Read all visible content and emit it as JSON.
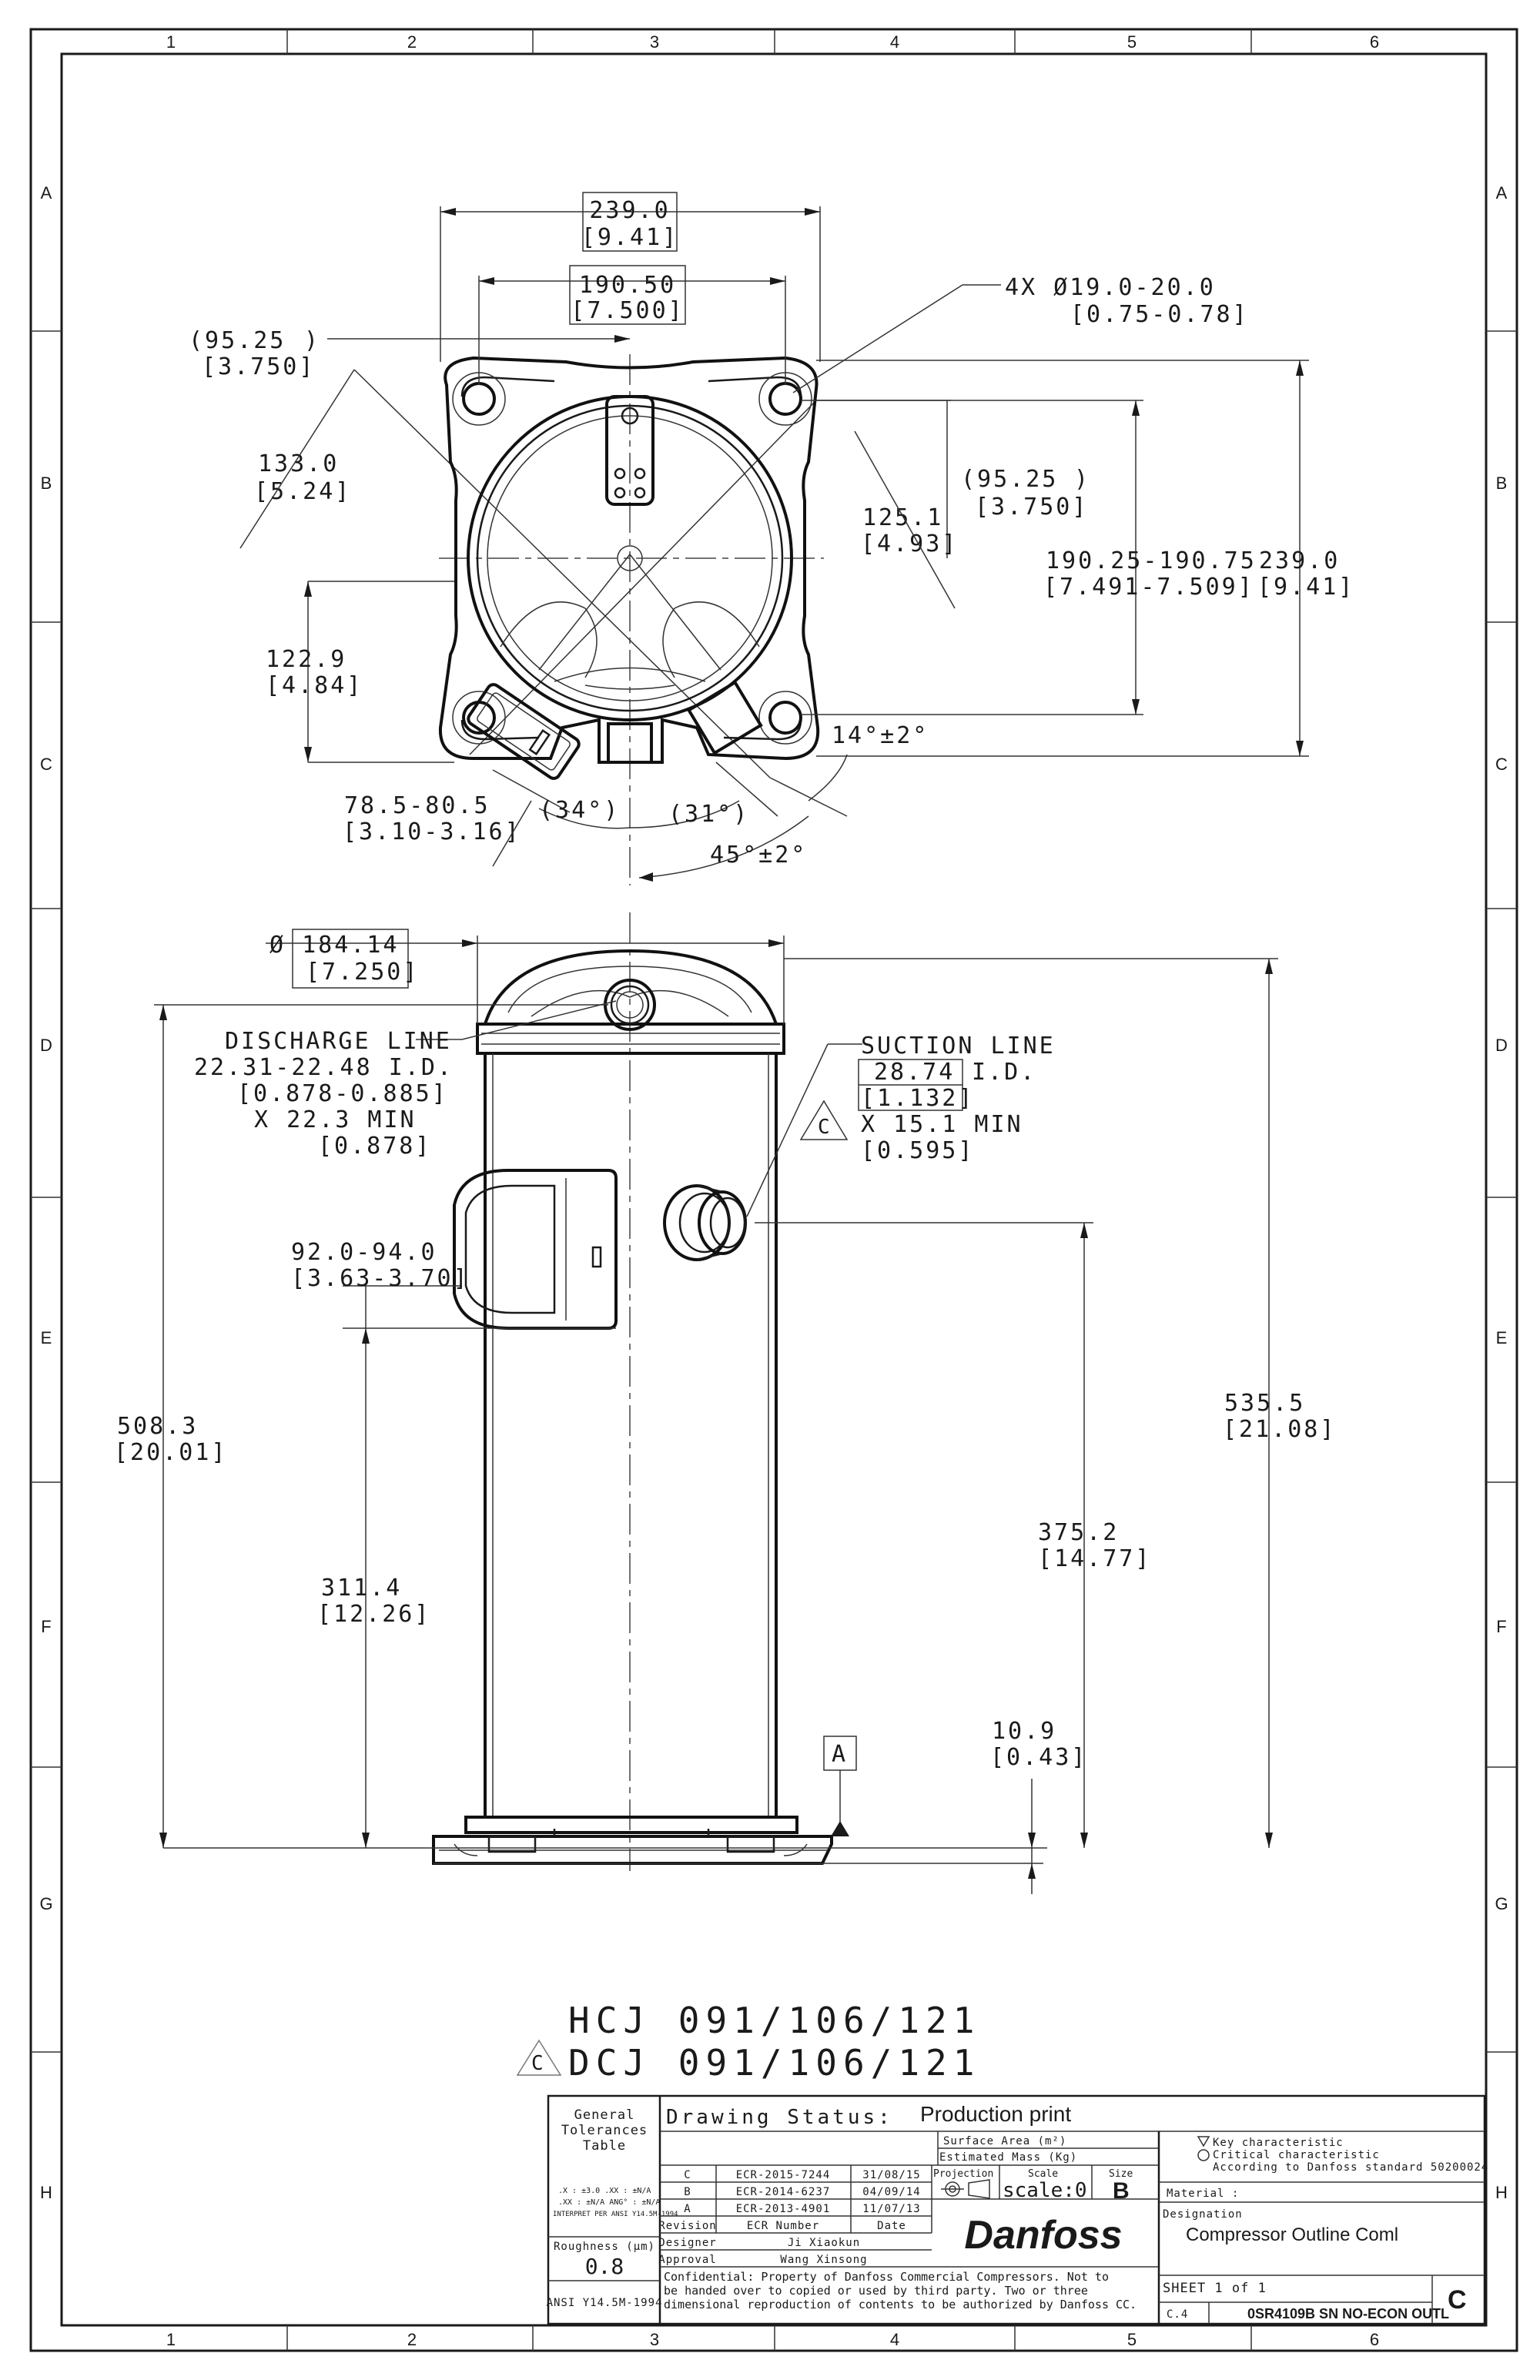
{
  "border": {
    "columns": [
      "1",
      "2",
      "3",
      "4",
      "5",
      "6"
    ],
    "rows": [
      "A",
      "B",
      "C",
      "D",
      "E",
      "F",
      "G",
      "H"
    ]
  },
  "top_view": {
    "dims": {
      "overall_width": "239.0",
      "overall_width_in": "[9.41]",
      "bolt_spacing": "190.50",
      "bolt_spacing_in": "[7.500]",
      "holes": "4X Ø19.0-20.0",
      "holes_in": "[0.75-0.78]",
      "half_left": "(95.25",
      "half_left_close": ")",
      "half_left_in": "[3.750]",
      "r133": "133.0",
      "r133_in": "[5.24]",
      "half_right": "(95.25",
      "half_right_close": ")",
      "half_right_in": "[3.750]",
      "r125": "125.1",
      "r125_in": "[4.93]",
      "bolt_spacing_v": "190.25-190.75",
      "bolt_spacing_v_in": "[7.491-7.509]",
      "overall_height": "239.0",
      "overall_height_in": "[9.41]",
      "r122": "122.9",
      "r122_in": "[4.84]",
      "angle14": "14°±2°",
      "r78": "78.5-80.5",
      "r78_in": "[3.10-3.16]",
      "a34": "(34°)",
      "a31": "(31°)",
      "angle45": "45°±2°"
    }
  },
  "side_view": {
    "dims": {
      "diameter": "Ø 184.14",
      "diameter_in": "[7.250]",
      "discharge_title": "DISCHARGE LINE",
      "discharge_id": "22.31-22.48 I.D.",
      "discharge_id_in": "[0.878-0.885]",
      "discharge_depth": "X 22.3 MIN",
      "discharge_depth_in": "[0.878]",
      "suction_title": "SUCTION LINE",
      "suction_id_val": "28.74",
      "suction_id_unit": "I.D.",
      "suction_id_in": "[1.132]",
      "suction_depth": "X 15.1 MIN",
      "suction_depth_in": "[0.595]",
      "box_ht": "92.0-94.0",
      "box_ht_in": "[3.63-3.70]",
      "h508": "508.3",
      "h508_in": "[20.01]",
      "h311": "311.4",
      "h311_in": "[12.26]",
      "h535": "535.5",
      "h535_in": "[21.08]",
      "h375": "375.2",
      "h375_in": "[14.77]",
      "h10": "10.9",
      "h10_in": "[0.43]",
      "datum": "A",
      "rev_c": "C"
    }
  },
  "models": {
    "line1": "HCJ 091/106/121",
    "line2": "DCJ 091/106/121",
    "rev_mark": "C"
  },
  "title_block": {
    "gen_tol_1": "General",
    "gen_tol_2": "Tolerances",
    "gen_tol_3": "Table",
    "tol_row1": ".X : ±3.0   .XX : ±N/A",
    "tol_row2": ".XX : ±N/A  ANG° : ±N/A",
    "tol_row3": "INTERPRET PER ANSI Y14.5M-1994",
    "roughness_label": "Roughness (µm)",
    "roughness_value": "0.8",
    "ansi": "ANSI Y14.5M-1994",
    "drawing_status_label": "Drawing Status:",
    "drawing_status_value": "Production print",
    "surface_area": "Surface Area (m²)",
    "estimated_mass": "Estimated Mass (Kg)",
    "projection": "Projection",
    "scale_label": "Scale",
    "scale_value": "scale:0",
    "size_label": "Size",
    "size_value": "B",
    "revisions": [
      {
        "rev": "C",
        "ecr": "ECR-2015-7244",
        "date": "31/08/15"
      },
      {
        "rev": "B",
        "ecr": "ECR-2014-6237",
        "date": "04/09/14"
      },
      {
        "rev": "A",
        "ecr": "ECR-2013-4901",
        "date": "11/07/13"
      }
    ],
    "rev_header": "Revision",
    "ecr_header": "ECR Number",
    "date_header": "Date",
    "designer_label": "Designer",
    "designer_value": "Ji Xiaokun",
    "approval_label": "Approval",
    "approval_value": "Wang Xinsong",
    "confidential_1": "Confidential: Property of Danfoss Commercial Compressors. Not to",
    "confidential_2": "be handed over to copied or used by third party. Two or three",
    "confidential_3": "dimensional reproduction of contents to be authorized by Danfoss CC.",
    "logo": "Danfoss",
    "key_char": "Key characteristic",
    "crit_char": "Critical characteristic",
    "crit_char_2": "According to Danfoss standard 50200024",
    "material_label": "Material :",
    "designation_label": "Designation",
    "designation_value": "Compressor Outline Coml",
    "sheet": "SHEET 1 of 1",
    "c4": "C.4",
    "drawing_number": "0SR4109B SN NO-ECON OUTL",
    "revision_letter": "C"
  }
}
